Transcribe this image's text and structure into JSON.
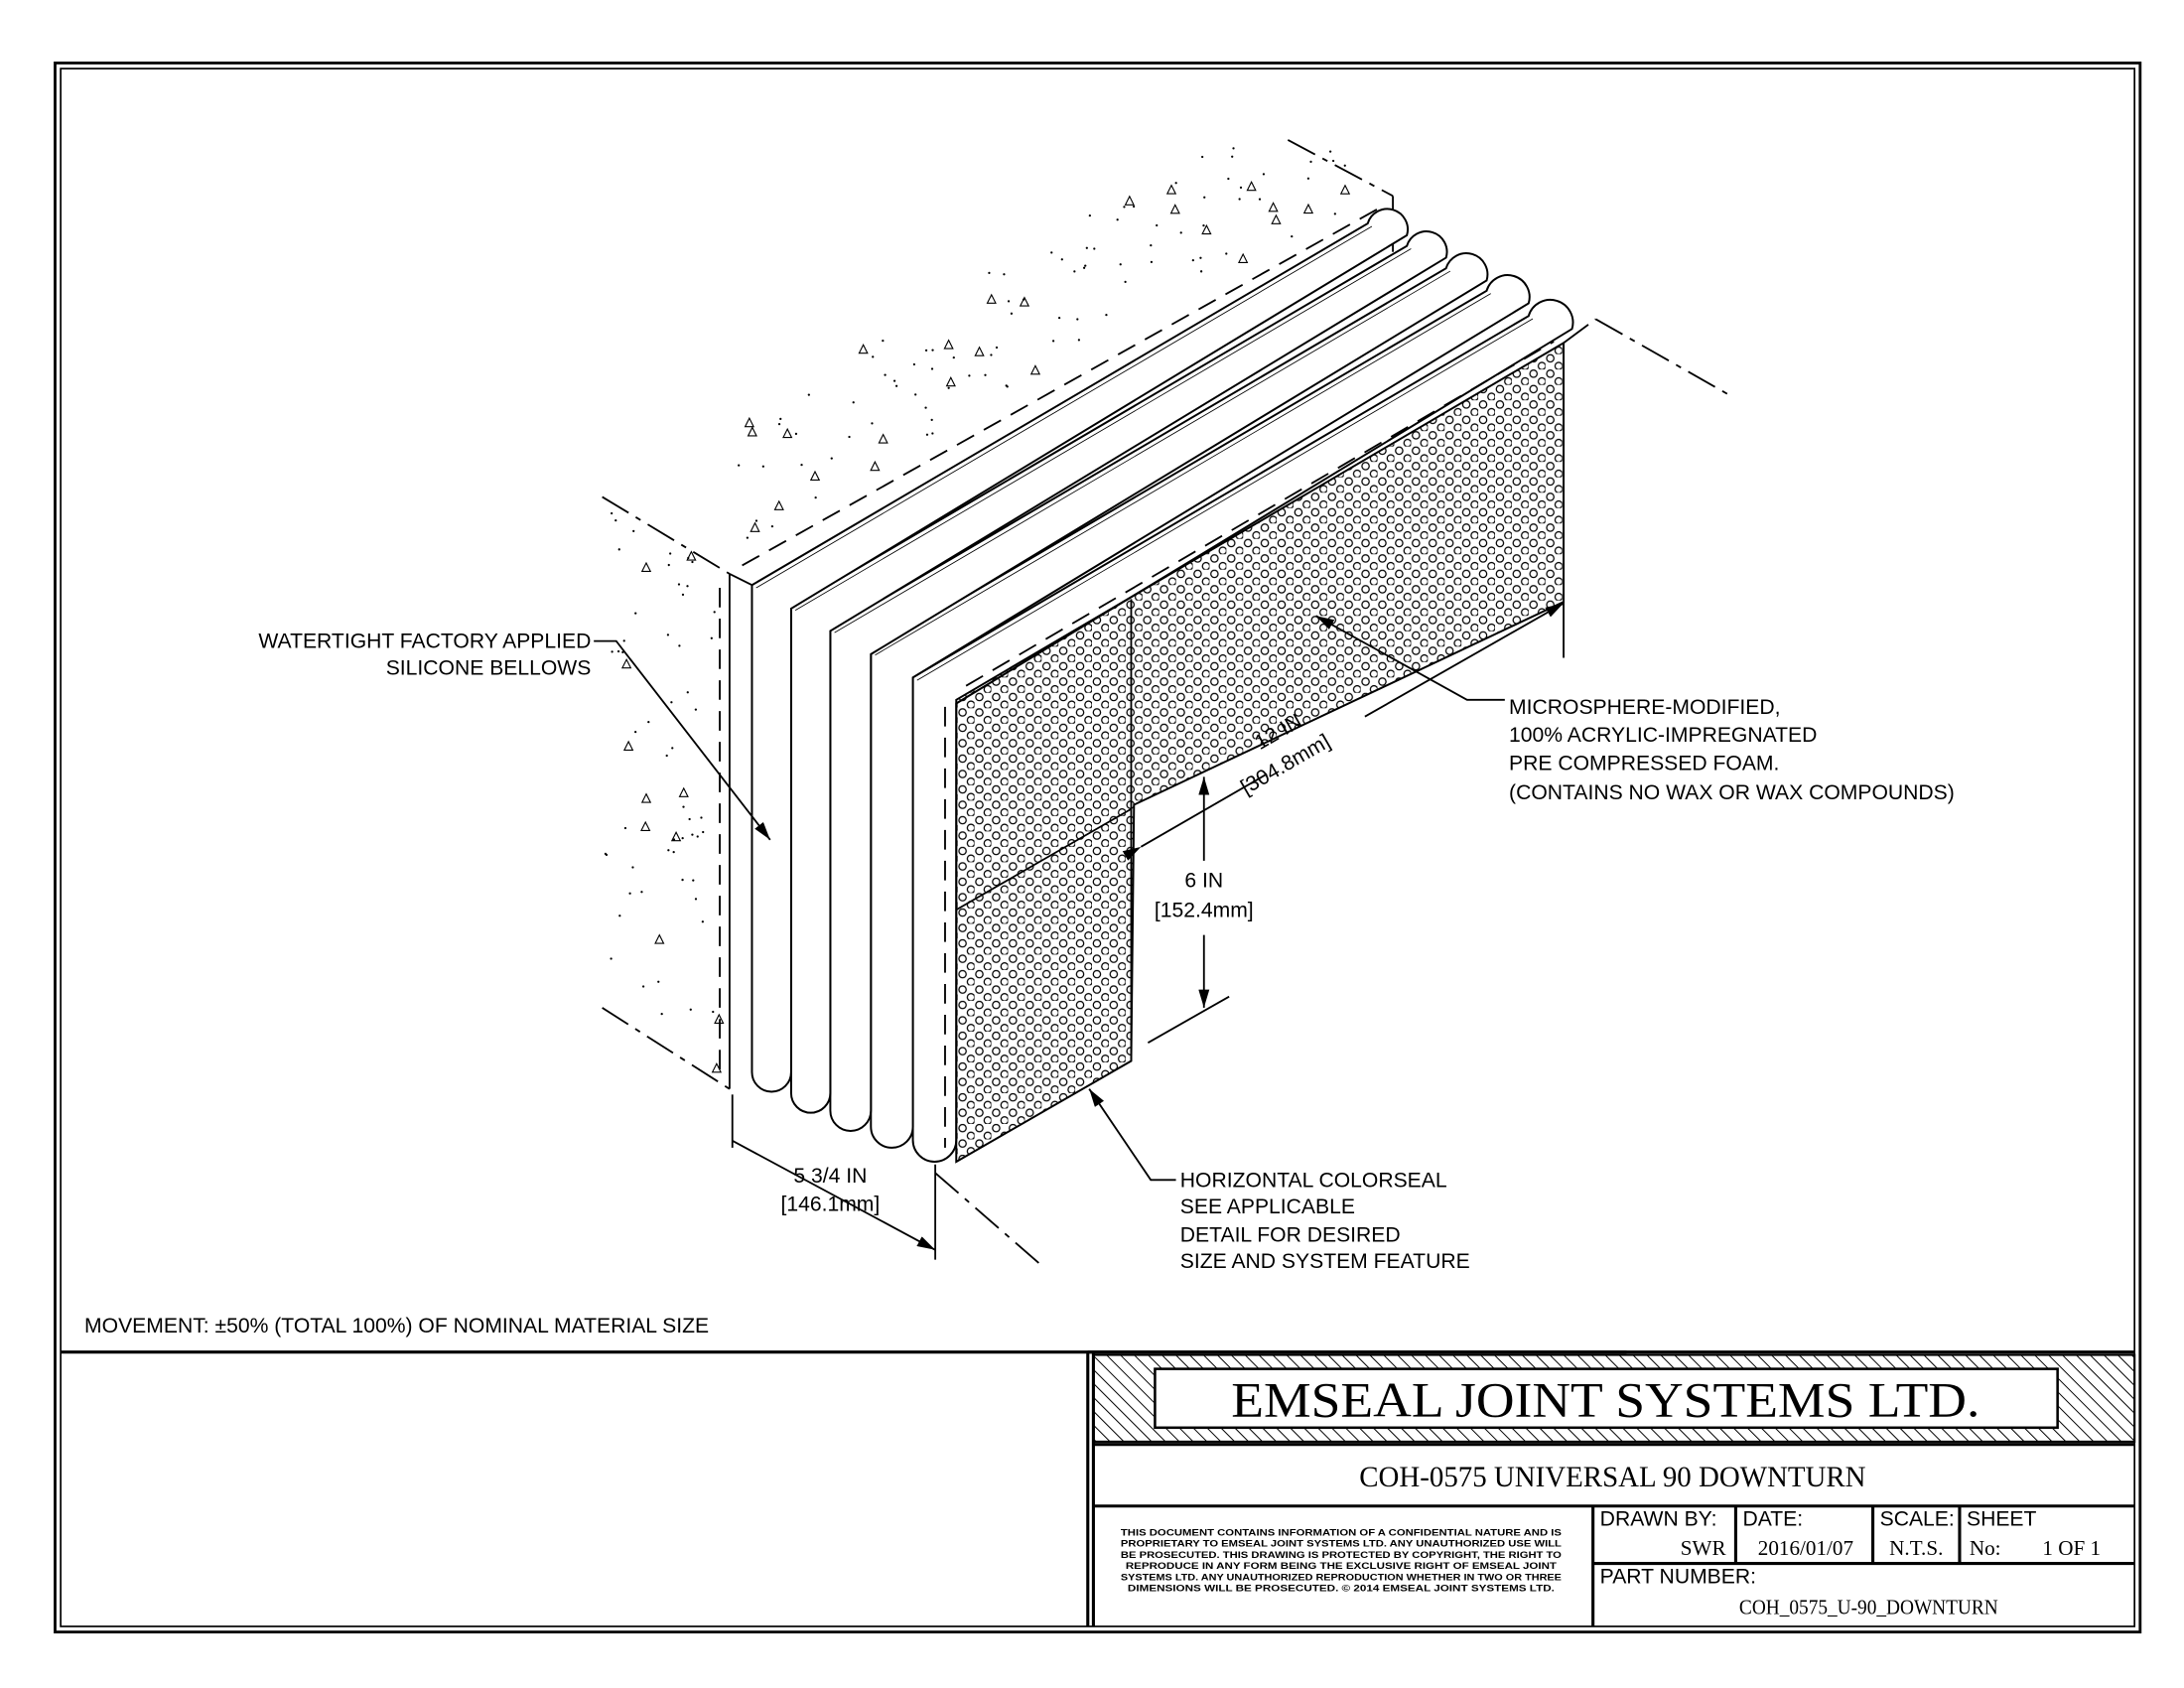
{
  "drawing": {
    "callouts": {
      "bellows": [
        "WATERTIGHT FACTORY APPLIED",
        "SILICONE BELLOWS"
      ],
      "foam": [
        "MICROSPHERE-MODIFIED,",
        "100% ACRYLIC-IMPREGNATED",
        "PRE COMPRESSED FOAM.",
        "(CONTAINS NO WAX OR WAX COMPOUNDS)"
      ],
      "colorseal": [
        "HORIZONTAL COLORSEAL",
        "SEE APPLICABLE",
        "DETAIL FOR DESIRED",
        "SIZE AND SYSTEM FEATURE"
      ]
    },
    "dimensions": {
      "length": {
        "imperial": "12 IN",
        "metric": "[304.8mm]"
      },
      "depth": {
        "imperial": "6 IN",
        "metric": "[152.4mm]"
      },
      "width": {
        "imperial": "5 3/4 IN",
        "metric": "[146.1mm]"
      }
    },
    "movement_note": "MOVEMENT: ±50% (TOTAL 100%) OF NOMINAL MATERIAL SIZE"
  },
  "title_block": {
    "company": "EMSEAL JOINT SYSTEMS LTD.",
    "drawing_title": "COH-0575 UNIVERSAL 90 DOWNTURN",
    "disclaimer": [
      "THIS DOCUMENT CONTAINS INFORMATION OF A CONFIDENTIAL NATURE AND IS",
      "PROPRIETARY TO EMSEAL JOINT SYSTEMS LTD. ANY UNAUTHORIZED USE WILL",
      "BE PROSECUTED. THIS DRAWING IS PROTECTED BY COPYRIGHT, THE RIGHT TO",
      "REPRODUCE IN ANY FORM BEING THE EXCLUSIVE RIGHT OF EMSEAL JOINT",
      "SYSTEMS LTD. ANY UNAUTHORIZED REPRODUCTION WHETHER IN TWO OR THREE",
      "DIMENSIONS WILL BE PROSECUTED. © 2014 EMSEAL JOINT SYSTEMS LTD."
    ],
    "drawn_by_label": "DRAWN BY:",
    "drawn_by": "SWR",
    "date_label": "DATE:",
    "date": "2016/01/07",
    "scale_label": "SCALE:",
    "scale": "N.T.S.",
    "sheet_label": "SHEET",
    "sheet_no_label": "No:",
    "sheet": "1 OF 1",
    "part_number_label": "PART NUMBER:",
    "part_number": "COH_0575_U-90_DOWNTURN"
  }
}
